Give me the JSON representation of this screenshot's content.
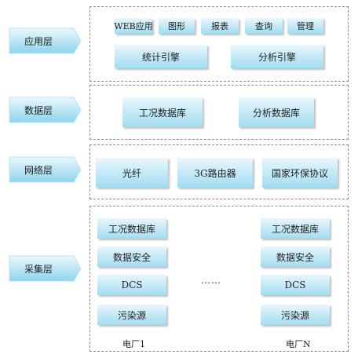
{
  "layers": [
    {
      "label": "应用层"
    },
    {
      "label": "数据层"
    },
    {
      "label": "网络层"
    },
    {
      "label": "采集层"
    }
  ],
  "app": {
    "top_row": [
      "WEB应用",
      "图形",
      "报表",
      "查询",
      "管理"
    ],
    "engines": [
      "统计引擎",
      "分析引擎"
    ]
  },
  "data": {
    "boxes": [
      "工况数据库",
      "分析数据库"
    ]
  },
  "network": {
    "boxes": [
      "光纤",
      "3G路由器",
      "国家环保协议"
    ]
  },
  "collect": {
    "plant1": [
      "工况数据库",
      "数据安全",
      "DCS",
      "污染源"
    ],
    "plantN": [
      "工况数据库",
      "数据安全",
      "DCS",
      "污染源"
    ],
    "ellipsis": "……",
    "plant1_label": "电厂1",
    "plantN_label": "电厂N"
  },
  "colors": {
    "box_light": "#e9f7fd",
    "box_dark": "#a2dcf0",
    "arrow_light": "#eaf8fd",
    "arrow_dark": "#8fd4ee"
  }
}
